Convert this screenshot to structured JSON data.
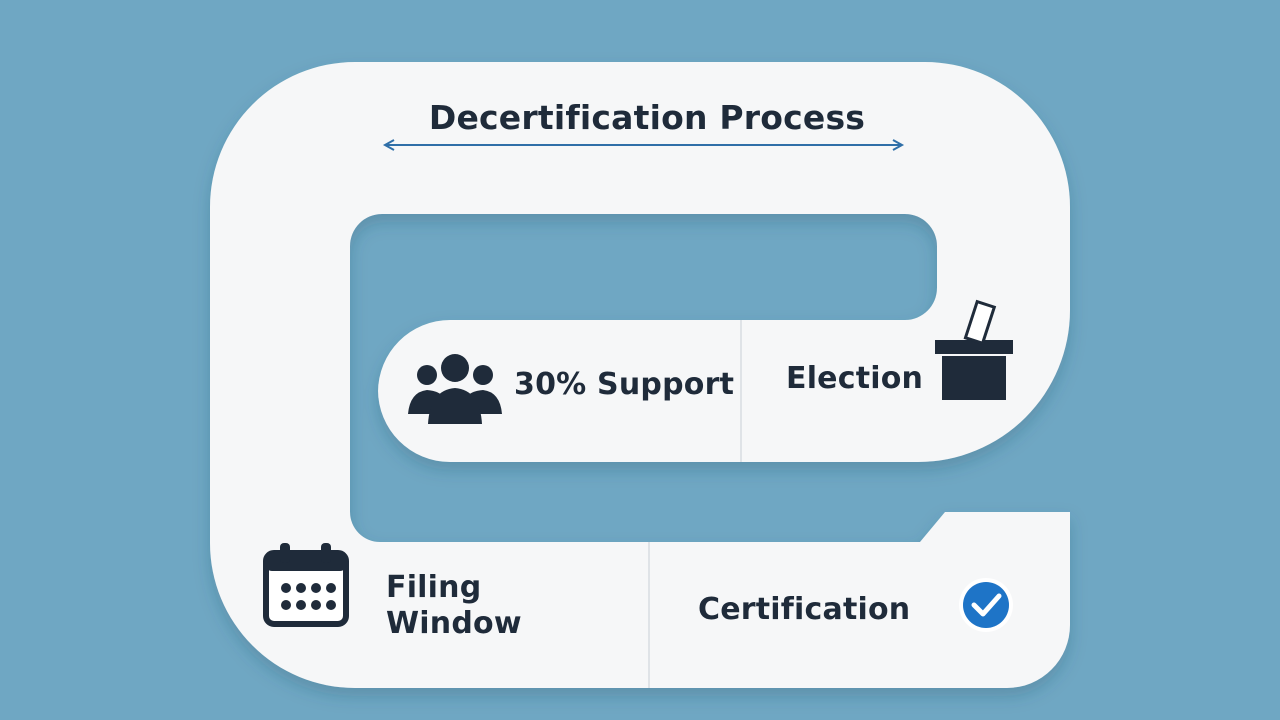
{
  "diagram": {
    "title": "Decertification Process",
    "steps": [
      {
        "label": "30% Support",
        "icon": "group-icon"
      },
      {
        "label": "Election",
        "icon": "ballot-box-icon"
      },
      {
        "label_lines": [
          "Filing",
          "Window"
        ],
        "icon": "calendar-icon"
      },
      {
        "label": "Certification",
        "icon": "check-circle-icon"
      }
    ],
    "colors": {
      "background": "#6fa7c3",
      "track": "#f6f7f8",
      "text": "#1f2b3a",
      "arrow": "#2f6fa8",
      "check": "#1e74c7"
    }
  }
}
